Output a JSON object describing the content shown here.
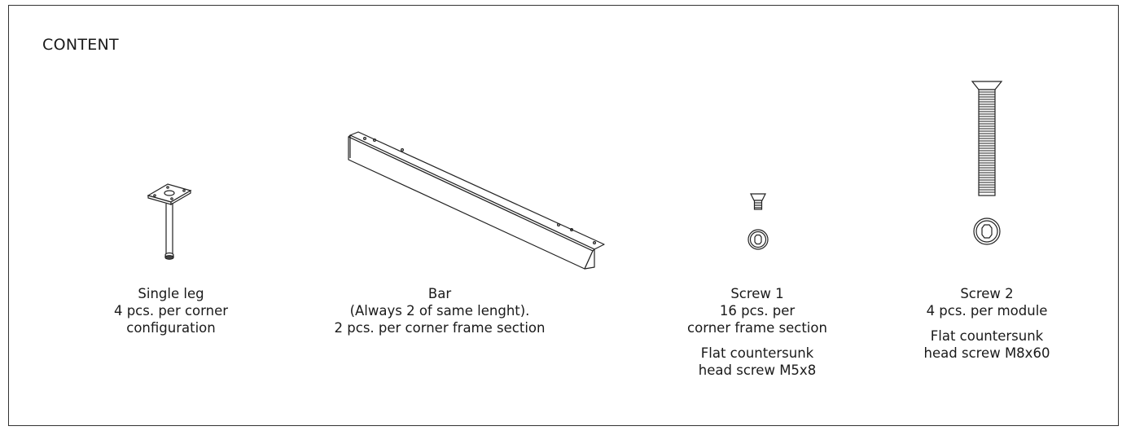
{
  "section": {
    "title": "CONTENT"
  },
  "items": [
    {
      "name": "Single leg",
      "lines": [
        "4 pcs. per corner",
        "configuration"
      ],
      "spec": []
    },
    {
      "name": "Bar",
      "lines": [
        "(Always 2 of same lenght).",
        "2 pcs. per corner frame section"
      ],
      "spec": []
    },
    {
      "name": "Screw 1",
      "lines": [
        "16 pcs. per",
        "corner frame section"
      ],
      "spec": [
        "Flat countersunk",
        "head screw M5x8"
      ]
    },
    {
      "name": "Screw 2",
      "lines": [
        "4 pcs. per module"
      ],
      "spec": [
        "Flat countersunk",
        "head screw M8x60"
      ]
    }
  ]
}
